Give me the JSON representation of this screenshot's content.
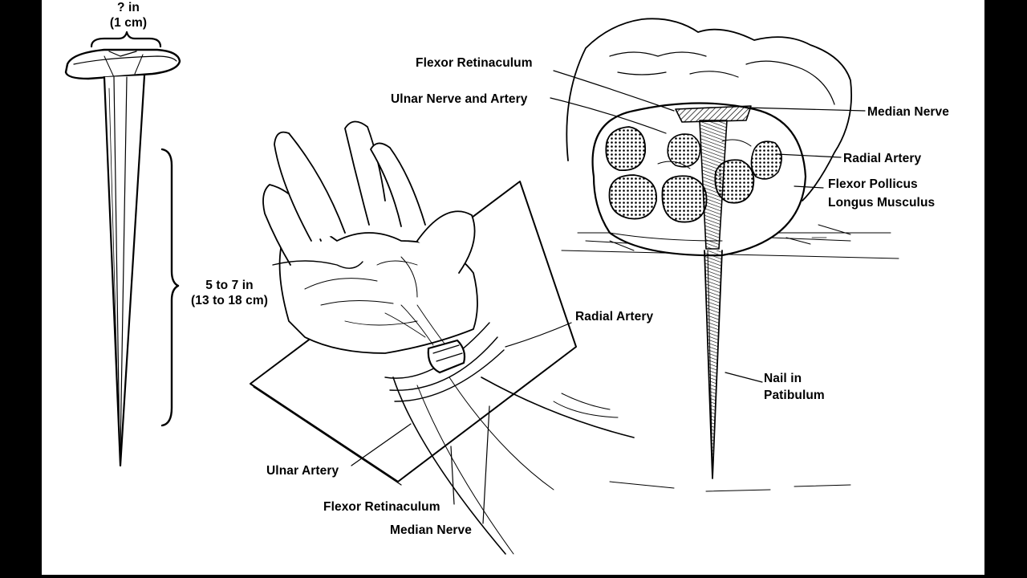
{
  "background_color": "#000000",
  "canvas_color": "#ffffff",
  "ink_color": "#000000",
  "nail_dimensions": {
    "head_width_line1": "?  in",
    "head_width_line2": "(1 cm)",
    "length_line1": "5 to 7 in",
    "length_line2": "(13 to 18 cm)"
  },
  "hand_labels": {
    "radial_artery": "Radial Artery",
    "ulnar_artery": "Ulnar Artery",
    "flexor_retinaculum": "Flexor Retinaculum",
    "median_nerve": "Median Nerve"
  },
  "cross_section_labels": {
    "flexor_retinaculum": "Flexor Retinaculum",
    "ulnar_nerve_and_artery": "Ulnar Nerve and Artery",
    "median_nerve": "Median Nerve",
    "radial_artery": "Radial Artery",
    "flexor_pollicus_line1": "Flexor Pollicus",
    "flexor_pollicus_line2": "Longus Musculus",
    "nail_line1": "Nail in",
    "nail_line2": "Patibulum"
  }
}
